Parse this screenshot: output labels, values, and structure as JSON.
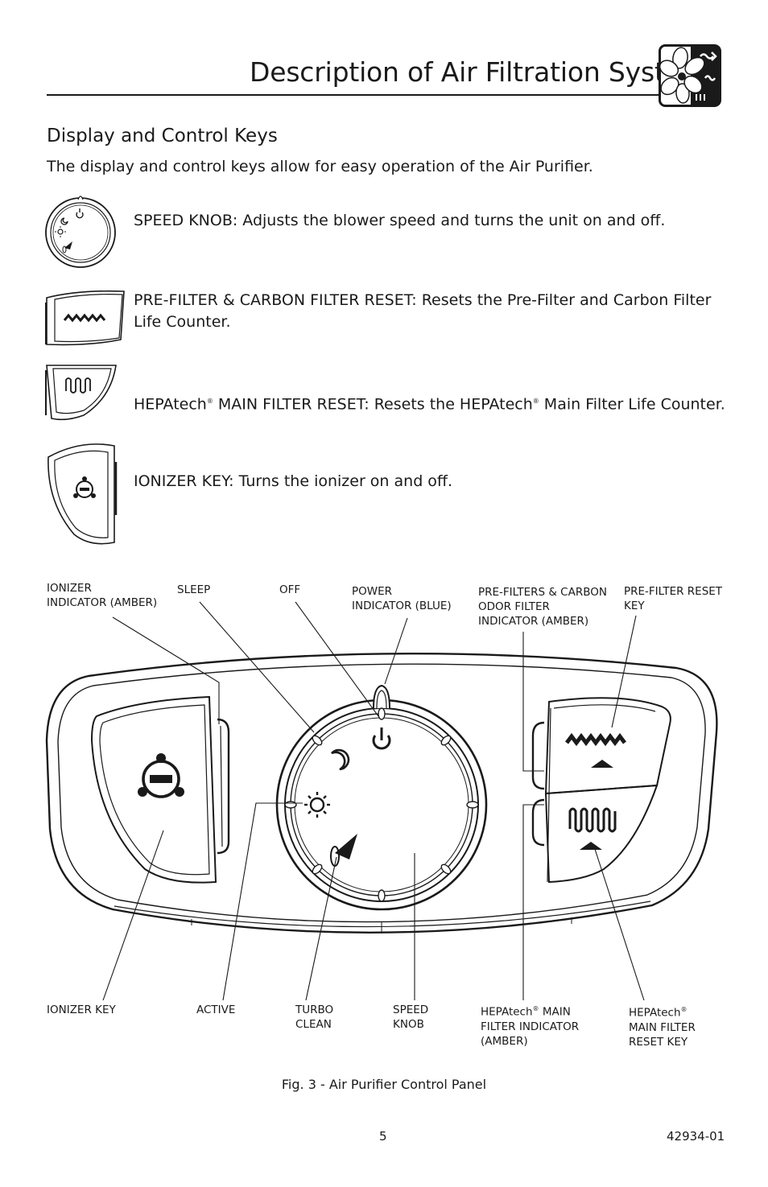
{
  "header": {
    "title": "Description of Air Filtration System"
  },
  "section": {
    "heading": "Display and Control Keys",
    "intro": "The display and control keys allow for easy operation of the Air Purifier."
  },
  "keys": [
    {
      "icon": "speed-knob-icon",
      "text": "SPEED KNOB:  Adjusts the blower speed and turns the unit on and off."
    },
    {
      "icon": "prefilter-reset-key-icon",
      "text": "PRE-FILTER & CARBON FILTER RESET:  Resets the Pre-Filter and Carbon Filter Life Counter."
    },
    {
      "icon": "hepa-reset-key-icon",
      "text_a": "HEPAtech",
      "reg": "®",
      "text_b": " MAIN FILTER RESET:  Resets the HEPAtech",
      "text_c": " Main Filter Life Counter."
    },
    {
      "icon": "ionizer-key-icon",
      "text": "IONIZER KEY:  Turns the ionizer on and off."
    }
  ],
  "figure": {
    "top_labels": {
      "ionizer_indicator": "IONIZER\nINDICATOR (AMBER)",
      "sleep": "SLEEP",
      "off": "OFF",
      "power_indicator": "POWER\nINDICATOR (BLUE)",
      "prefilter_indicator": "PRE-FILTERS & CARBON\nODOR FILTER\nINDICATOR (AMBER)",
      "prefilter_reset_key": "PRE-FILTER RESET\nKEY"
    },
    "bottom_labels": {
      "ionizer_key": "IONIZER KEY",
      "active": "ACTIVE",
      "turbo_clean": "TURBO\nCLEAN",
      "speed_knob": "SPEED\nKNOB",
      "hepa_indicator_a": "HEPAtech",
      "hepa_indicator_b": " MAIN\nFILTER INDICATOR\n(AMBER)",
      "hepa_reset_a": "HEPAtech",
      "hepa_reset_b": "\nMAIN FILTER\nRESET KEY"
    },
    "caption": "Fig. 3 - Air Purifier Control Panel"
  },
  "footer": {
    "page_number": "5",
    "document_number": "42934-01"
  }
}
